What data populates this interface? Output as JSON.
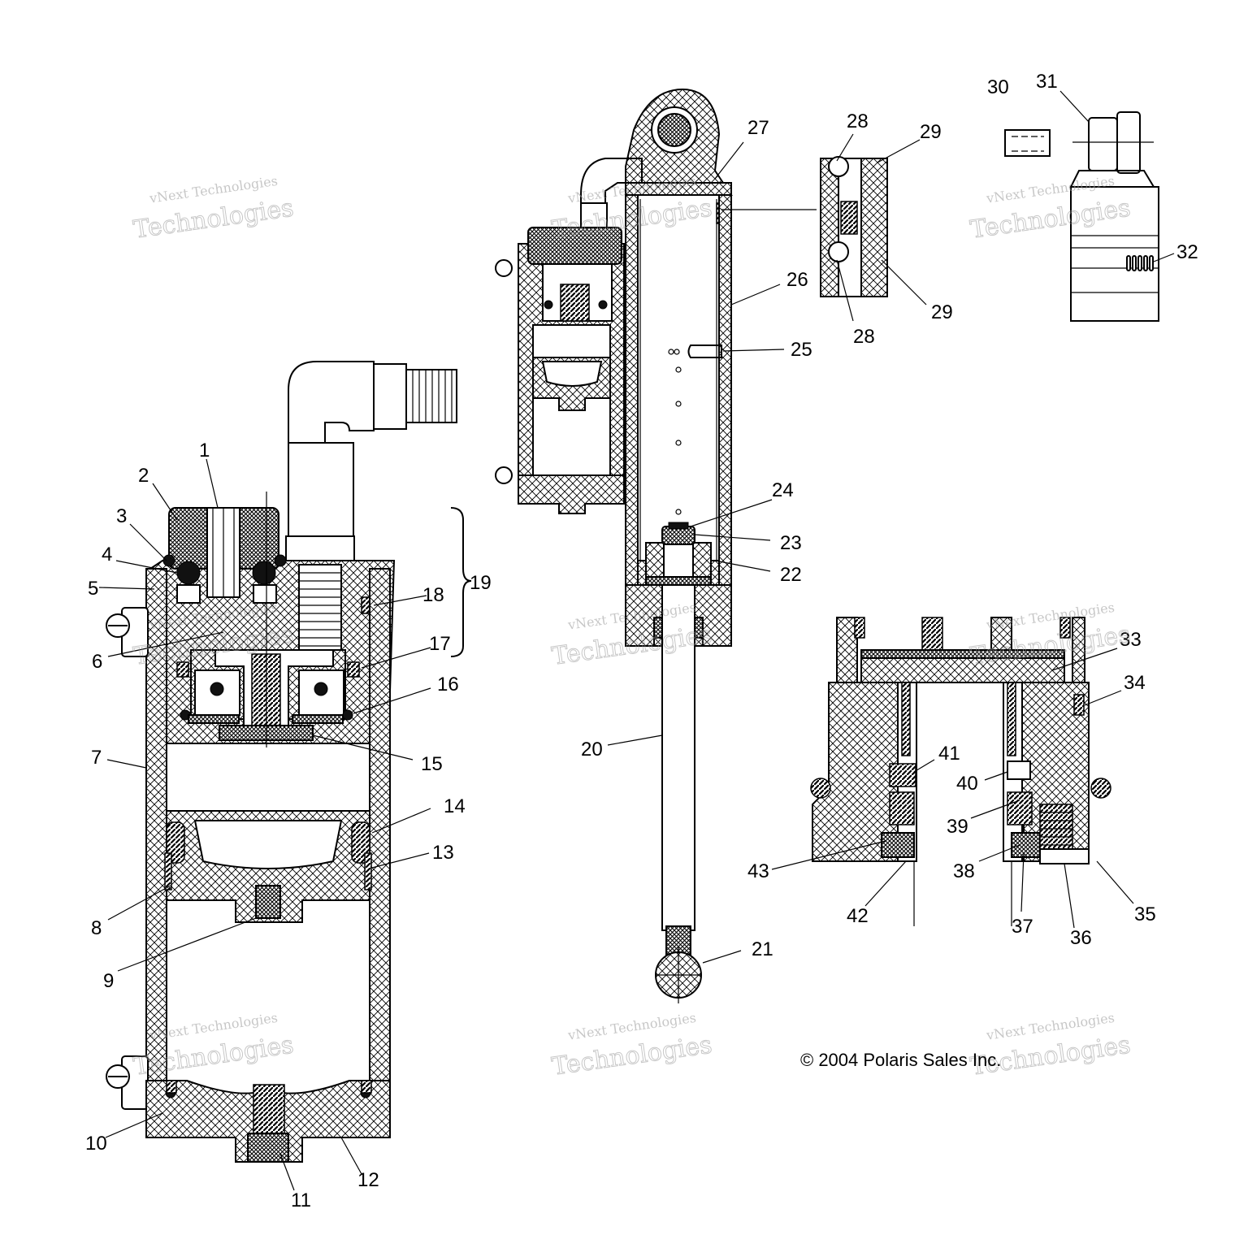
{
  "copyright": "© 2004 Polaris Sales Inc.",
  "watermark": {
    "line1": "vNext Technologies",
    "line2": "Technologies"
  },
  "callouts": [
    {
      "label": "1"
    },
    {
      "label": "2"
    },
    {
      "label": "3"
    },
    {
      "label": "4"
    },
    {
      "label": "5"
    },
    {
      "label": "6"
    },
    {
      "label": "7"
    },
    {
      "label": "8"
    },
    {
      "label": "9"
    },
    {
      "label": "10"
    },
    {
      "label": "11"
    },
    {
      "label": "12"
    },
    {
      "label": "13"
    },
    {
      "label": "14"
    },
    {
      "label": "15"
    },
    {
      "label": "16"
    },
    {
      "label": "17"
    },
    {
      "label": "18"
    },
    {
      "label": "19"
    },
    {
      "label": "20"
    },
    {
      "label": "21"
    },
    {
      "label": "22"
    },
    {
      "label": "23"
    },
    {
      "label": "24"
    },
    {
      "label": "25"
    },
    {
      "label": "26"
    },
    {
      "label": "27"
    },
    {
      "label": "28"
    },
    {
      "label": "28"
    },
    {
      "label": "29"
    },
    {
      "label": "29"
    },
    {
      "label": "30"
    },
    {
      "label": "31"
    },
    {
      "label": "32"
    },
    {
      "label": "33"
    },
    {
      "label": "34"
    },
    {
      "label": "35"
    },
    {
      "label": "36"
    },
    {
      "label": "37"
    },
    {
      "label": "38"
    },
    {
      "label": "39"
    },
    {
      "label": "40"
    },
    {
      "label": "41"
    },
    {
      "label": "42"
    },
    {
      "label": "43"
    }
  ]
}
